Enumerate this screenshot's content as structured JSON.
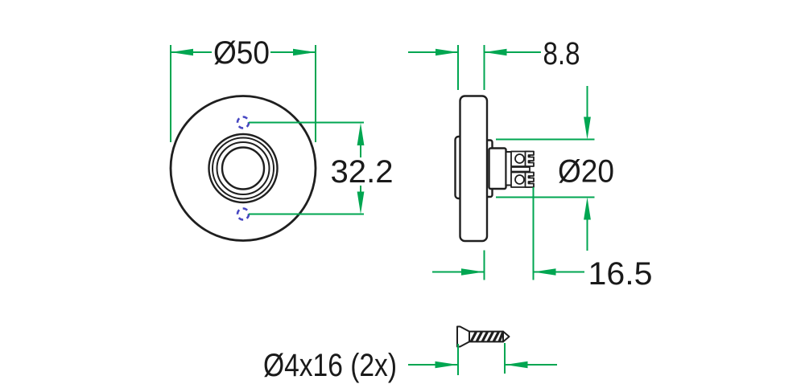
{
  "colors": {
    "outline": "#1f1f1f",
    "dimension": "#00a651",
    "hidden_detail": "#4747c2",
    "background": "#ffffff"
  },
  "dimensions": {
    "front_diameter": "Ø50",
    "hole_spacing": "32.2",
    "plate_thickness": "8.8",
    "back_diameter": "Ø20",
    "mount_depth": "16.5",
    "screw_spec": "Ø4x16 (2x)"
  }
}
